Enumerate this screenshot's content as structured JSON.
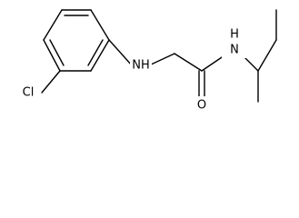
{
  "molecule": {
    "atoms": {
      "cl": "Cl",
      "nh": "NH",
      "o": "O",
      "n_h": "N",
      "n_h_h": "H"
    }
  }
}
